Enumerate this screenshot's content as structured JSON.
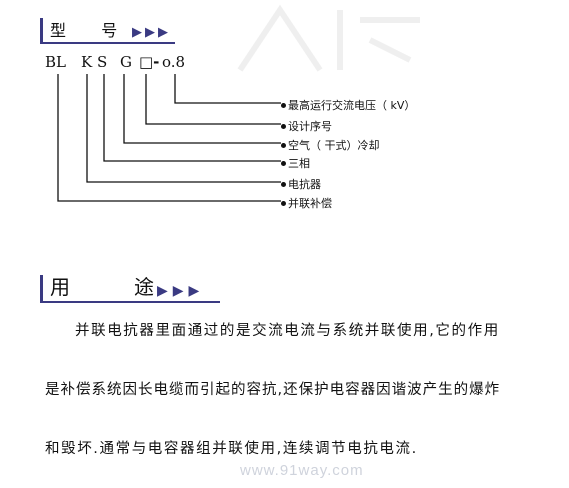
{
  "colors": {
    "accent": "#3a3a82",
    "text": "#111111",
    "watermark": "#cfd3dc"
  },
  "model_section": {
    "title": "型　号",
    "arrows": "▶▶▶"
  },
  "model_code": {
    "part1": "BL",
    "part2": "K",
    "part3": "S",
    "part4": "G",
    "part5": "□-",
    "part6": "o.8"
  },
  "legend": [
    "最高运行交流电压（ kV）",
    "设计序号",
    "空气（ 干式）冷却",
    "三相",
    "电抗器",
    "并联补偿"
  ],
  "usage_section": {
    "title": "用　途",
    "arrows": "▶▶▶"
  },
  "usage_text": {
    "line1": "并联电抗器里面通过的是交流电流与系统并联使用,它的作用",
    "line2": "是补偿系统因长电缆而引起的容抗,还保护电容器因谐波产生的爆炸",
    "line3": "和毁坏.通常与电容器组并联使用,连续调节电抗电流."
  },
  "watermark": "www.91way.com"
}
